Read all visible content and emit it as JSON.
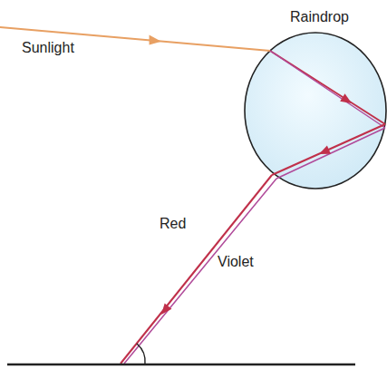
{
  "diagram": {
    "labels": [
      "Sunlight",
      "Raindrop",
      "Red",
      "Violet"
    ]
  }
}
